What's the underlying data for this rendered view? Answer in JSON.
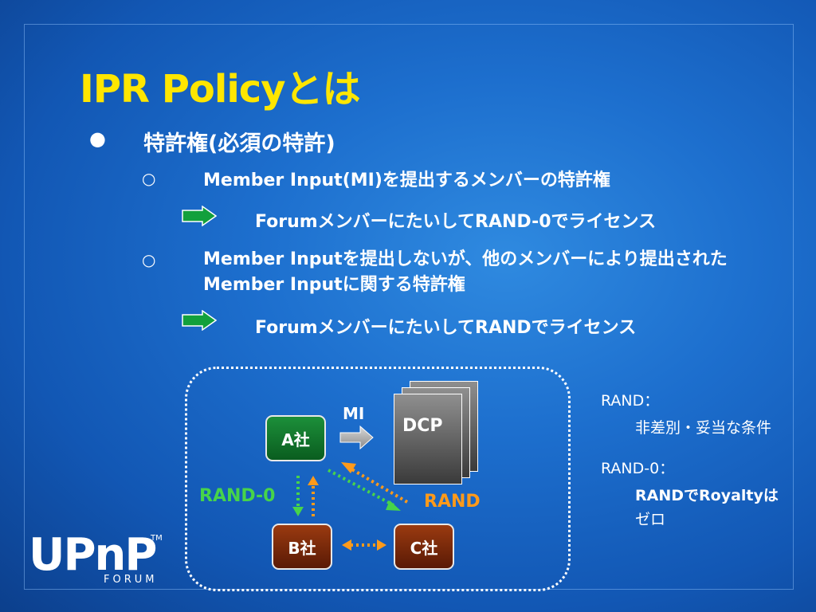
{
  "slide": {
    "title": "IPR Policyとは",
    "bullet_main": "特許権(必須の特許)",
    "sub1": "Member Input(MI)を提出するメンバーの特許権",
    "sub1_result": "ForumメンバーにたいしてRAND-0でライセンス",
    "sub2": "Member Inputを提出しないが、他のメンバーにより提出されたMember Inputに関する特許権",
    "sub2_result": "ForumメンバーにたいしてRANDでライセンス"
  },
  "diagram": {
    "node_a": "A社",
    "node_b": "B社",
    "node_c": "C社",
    "dcp": "DCP",
    "mi_label": "MI",
    "rand0_label": "RAND-0",
    "rand_label": "RAND"
  },
  "definitions": {
    "rand_term": "RAND：",
    "rand_desc": "非差別・妥当な条件",
    "rand0_term": "RAND-0：",
    "rand0_desc_1": "RANDでRoyaltyは",
    "rand0_desc_2": "ゼロ"
  },
  "logo": {
    "word": "UPnP",
    "tm": "TM",
    "forum": "FORUM"
  },
  "colors": {
    "title": "#ffe600",
    "rand0": "#47d44a",
    "rand": "#ff9a1a",
    "arrow_green": "#12a03c"
  }
}
